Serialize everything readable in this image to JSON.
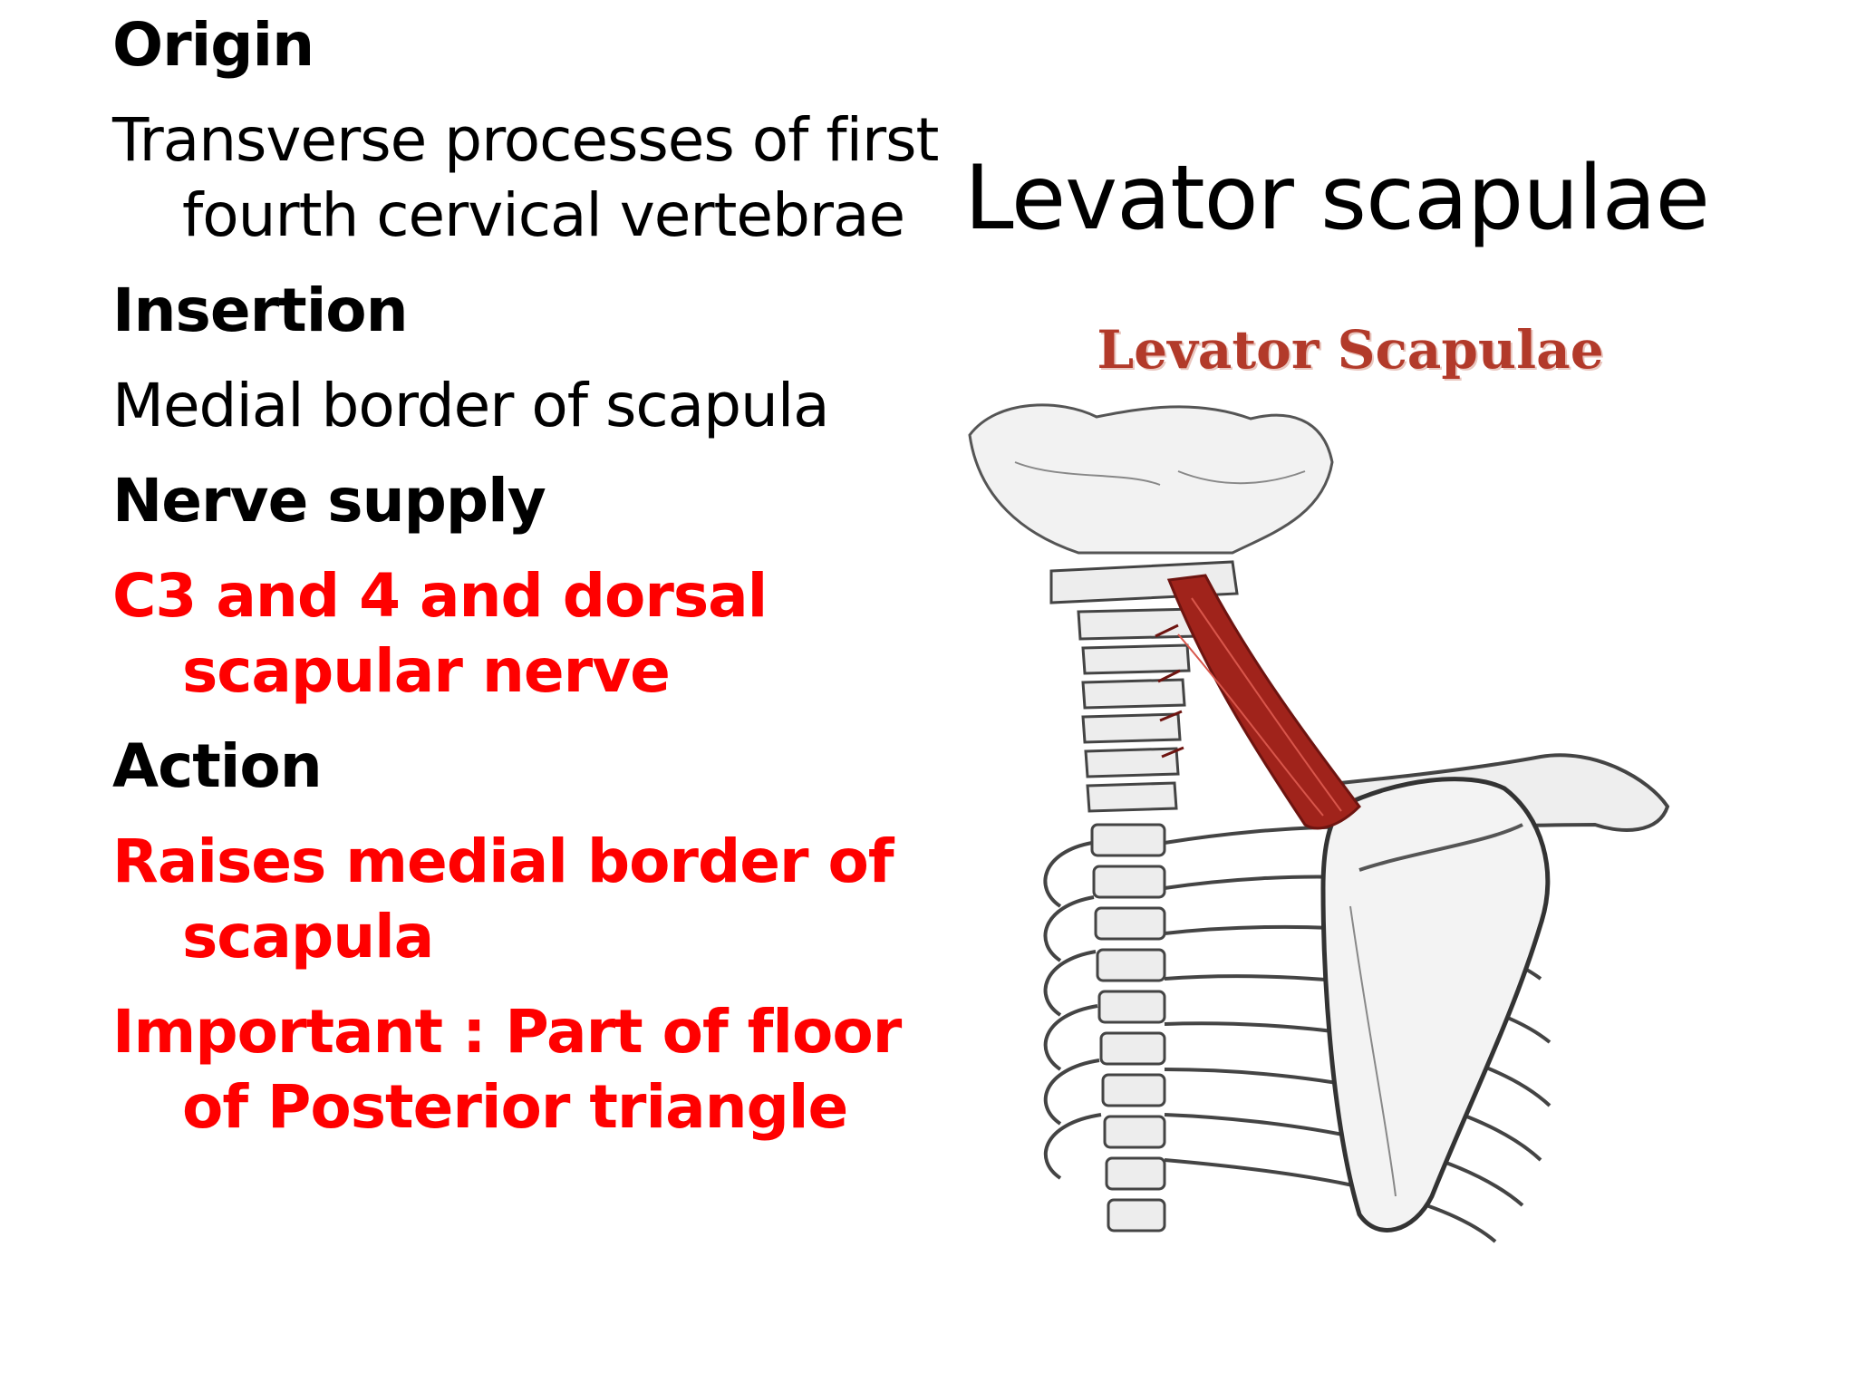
{
  "slide": {
    "title": "Levator scapulae",
    "sections": [
      {
        "heading": "Origin",
        "text": "Transverse processes of first fourth cervical vertebrae",
        "text_color": "#000000"
      },
      {
        "heading": "Insertion",
        "text": "Medial border of scapula",
        "text_color": "#000000"
      },
      {
        "heading": "Nerve supply",
        "text": "C3 and 4 and dorsal scapular nerve",
        "text_color": "#ff0000"
      },
      {
        "heading": "Action",
        "text": "Raises medial border of scapula",
        "text_color": "#ff0000"
      },
      {
        "heading": "",
        "text": "Important : Part of floor of Posterior triangle",
        "text_color": "#ff0000"
      }
    ]
  },
  "figure": {
    "caption": "Levator Scapulae",
    "caption_color": "#b23a2a",
    "muscle_color": "#a0231b"
  }
}
